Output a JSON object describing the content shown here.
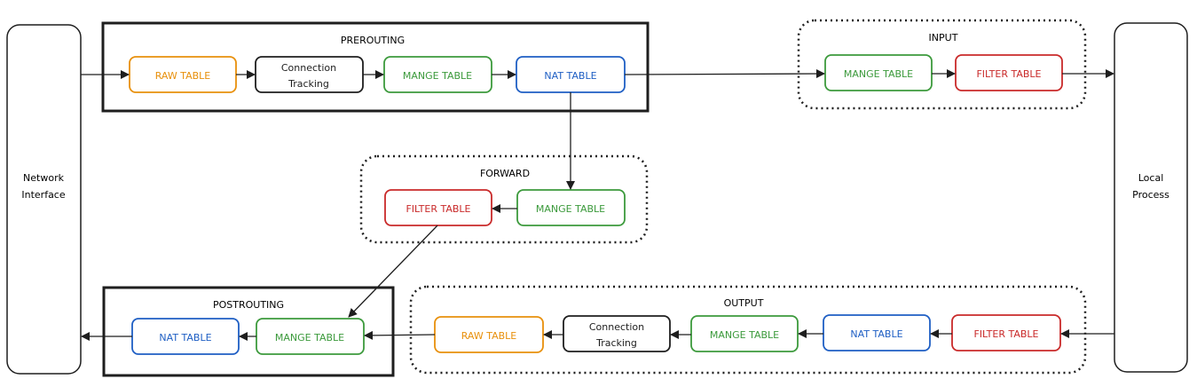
{
  "colors": {
    "raw": "#e8900c",
    "mange": "#3c9a3c",
    "nat": "#1f5fc4",
    "filter": "#c92a2a",
    "conn": "#1e1e1e",
    "line": "#1e1e1e"
  },
  "left_panel": {
    "line1": "Network",
    "line2": "Interface"
  },
  "right_panel": {
    "line1": "Local",
    "line2": "Process"
  },
  "groups": {
    "prerouting": "PREROUTING",
    "input": "INPUT",
    "forward": "FORWARD",
    "postrouting": "POSTROUTING",
    "output": "OUTPUT"
  },
  "nodes": {
    "pre_raw": "RAW TABLE",
    "pre_conn_1": "Connection",
    "pre_conn_2": "Tracking",
    "pre_mange": "MANGE TABLE",
    "pre_nat": "NAT TABLE",
    "in_mange": "MANGE TABLE",
    "in_filter": "FILTER TABLE",
    "fwd_filter": "FILTER TABLE",
    "fwd_mange": "MANGE TABLE",
    "post_nat": "NAT TABLE",
    "post_mange": "MANGE TABLE",
    "out_raw": "RAW TABLE",
    "out_conn_1": "Connection",
    "out_conn_2": "Tracking",
    "out_mange": "MANGE TABLE",
    "out_nat": "NAT TABLE",
    "out_filter": "FILTER TABLE"
  }
}
